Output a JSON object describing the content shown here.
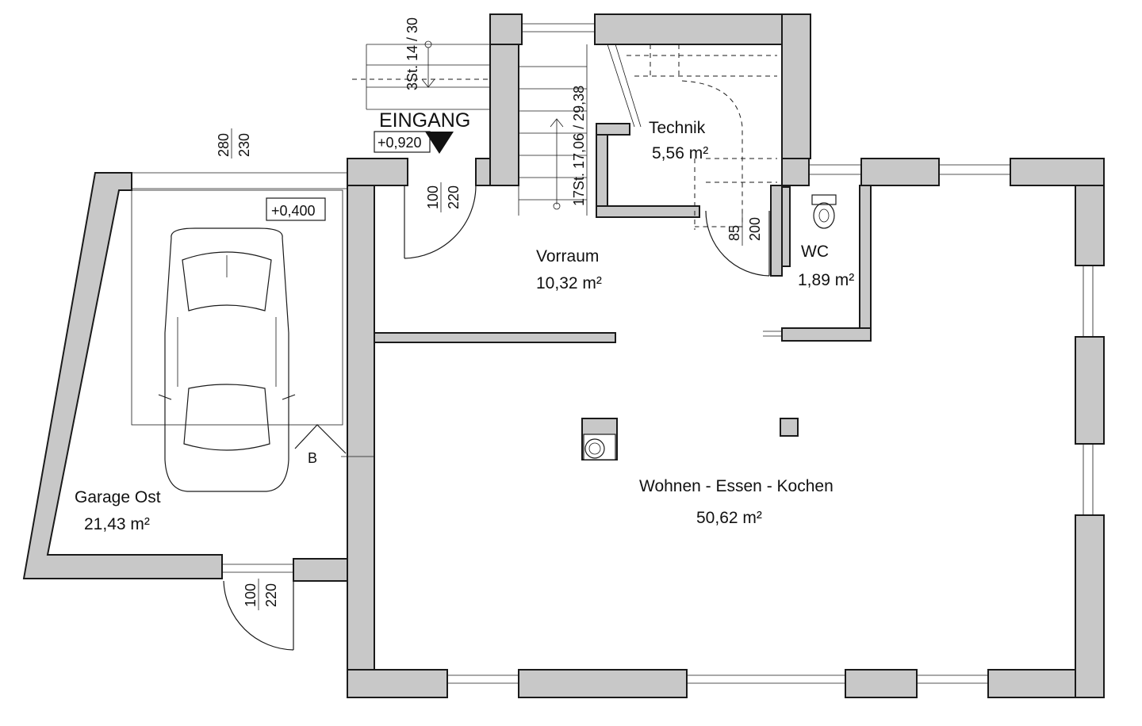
{
  "rooms": {
    "vorraum": {
      "name": "Vorraum",
      "area": "10,32 m²"
    },
    "technik": {
      "name": "Technik",
      "area": "5,56 m²"
    },
    "wc": {
      "name": "WC",
      "area": "1,89 m²"
    },
    "wohnen": {
      "name": "Wohnen - Essen - Kochen",
      "area": "50,62 m²"
    },
    "garage": {
      "name": "Garage Ost",
      "area": "21,43 m²"
    }
  },
  "entrance": {
    "label": "EINGANG",
    "level": "+0,920"
  },
  "garage_level": "+0,400",
  "stairs": {
    "outer": "3St. 14 / 30",
    "inner": "17St. 17,06 / 29,38"
  },
  "dimensions": {
    "entry_door": {
      "width": "100",
      "height": "220"
    },
    "garage_door": {
      "width": "100",
      "height": "220"
    },
    "technik_door": {
      "width": "85",
      "height": "200"
    },
    "garage_gate": {
      "width": "280",
      "height": "230"
    }
  },
  "section_mark": "B"
}
